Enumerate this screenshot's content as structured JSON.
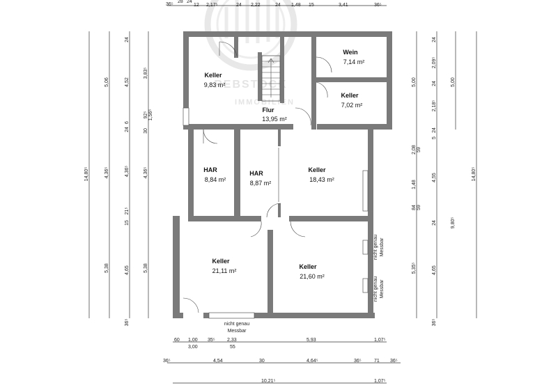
{
  "watermark": {
    "line1": "REBSTOCK",
    "line2": "IMMOBILIEN"
  },
  "rooms": [
    {
      "id": "keller1",
      "name": "Keller",
      "area": "9,83 m²"
    },
    {
      "id": "wein",
      "name": "Wein",
      "area": "7,14 m²"
    },
    {
      "id": "keller2",
      "name": "Keller",
      "area": "7,02 m²"
    },
    {
      "id": "flur",
      "name": "Flur",
      "area": "13,95 m²"
    },
    {
      "id": "har1",
      "name": "HAR",
      "area": "8,84 m²"
    },
    {
      "id": "har2",
      "name": "HAR",
      "area": "8,87 m²"
    },
    {
      "id": "keller3",
      "name": "Keller",
      "area": "18,43 m²"
    },
    {
      "id": "keller4",
      "name": "Keller",
      "area": "21,11 m²"
    },
    {
      "id": "keller5",
      "name": "Keller",
      "area": "21,60 m²"
    }
  ],
  "notes": {
    "bottom_line1": "nicht genau",
    "bottom_line2": "Messbar",
    "right1_line1": "nicht genau",
    "right1_line2": "Messbar",
    "right2_line1": "nicht genau",
    "right2_line2": "Messbar"
  },
  "dims_top": [
    "36⁵",
    "28",
    "24",
    "12",
    "2,17⁵",
    "24",
    "2,22",
    "24",
    "1,48",
    "15",
    "3,41",
    "36⁵"
  ],
  "dims_left": {
    "col1": [
      "14,80⁵"
    ],
    "col2": [
      "5,06",
      "4,36⁵",
      "5,38"
    ],
    "col3": [
      "24",
      "4,52",
      "6",
      "24",
      "4,36⁵",
      "15",
      "21⁵",
      "4,65",
      "36⁵"
    ],
    "col4": [
      "3,83⁵",
      "1,56⁵",
      "92⁵",
      "30",
      "4,36⁵",
      "5,38"
    ]
  },
  "dims_right": {
    "col1": [
      "24",
      "2,09⁵",
      "24",
      "2,18⁵",
      "24",
      "5",
      "2,08",
      "59",
      "4,55",
      "1,48",
      "84",
      "59",
      "24",
      "4,65",
      "5,35⁵",
      "36⁵"
    ],
    "col2": [
      "5,00",
      "5,00",
      "9,80⁵",
      "14,80⁵"
    ]
  },
  "dims_bottom": {
    "row1": [
      "60",
      "1,00",
      "35⁵",
      "2,33",
      "5,93",
      "1,07⁵"
    ],
    "row1b": [
      "3,00",
      "55"
    ],
    "row2": [
      "36⁵",
      "4,54",
      "30",
      "4,64⁵",
      "36⁵",
      "71",
      "36⁵"
    ],
    "row3": [
      "10,21⁵",
      "1,07⁵"
    ]
  }
}
